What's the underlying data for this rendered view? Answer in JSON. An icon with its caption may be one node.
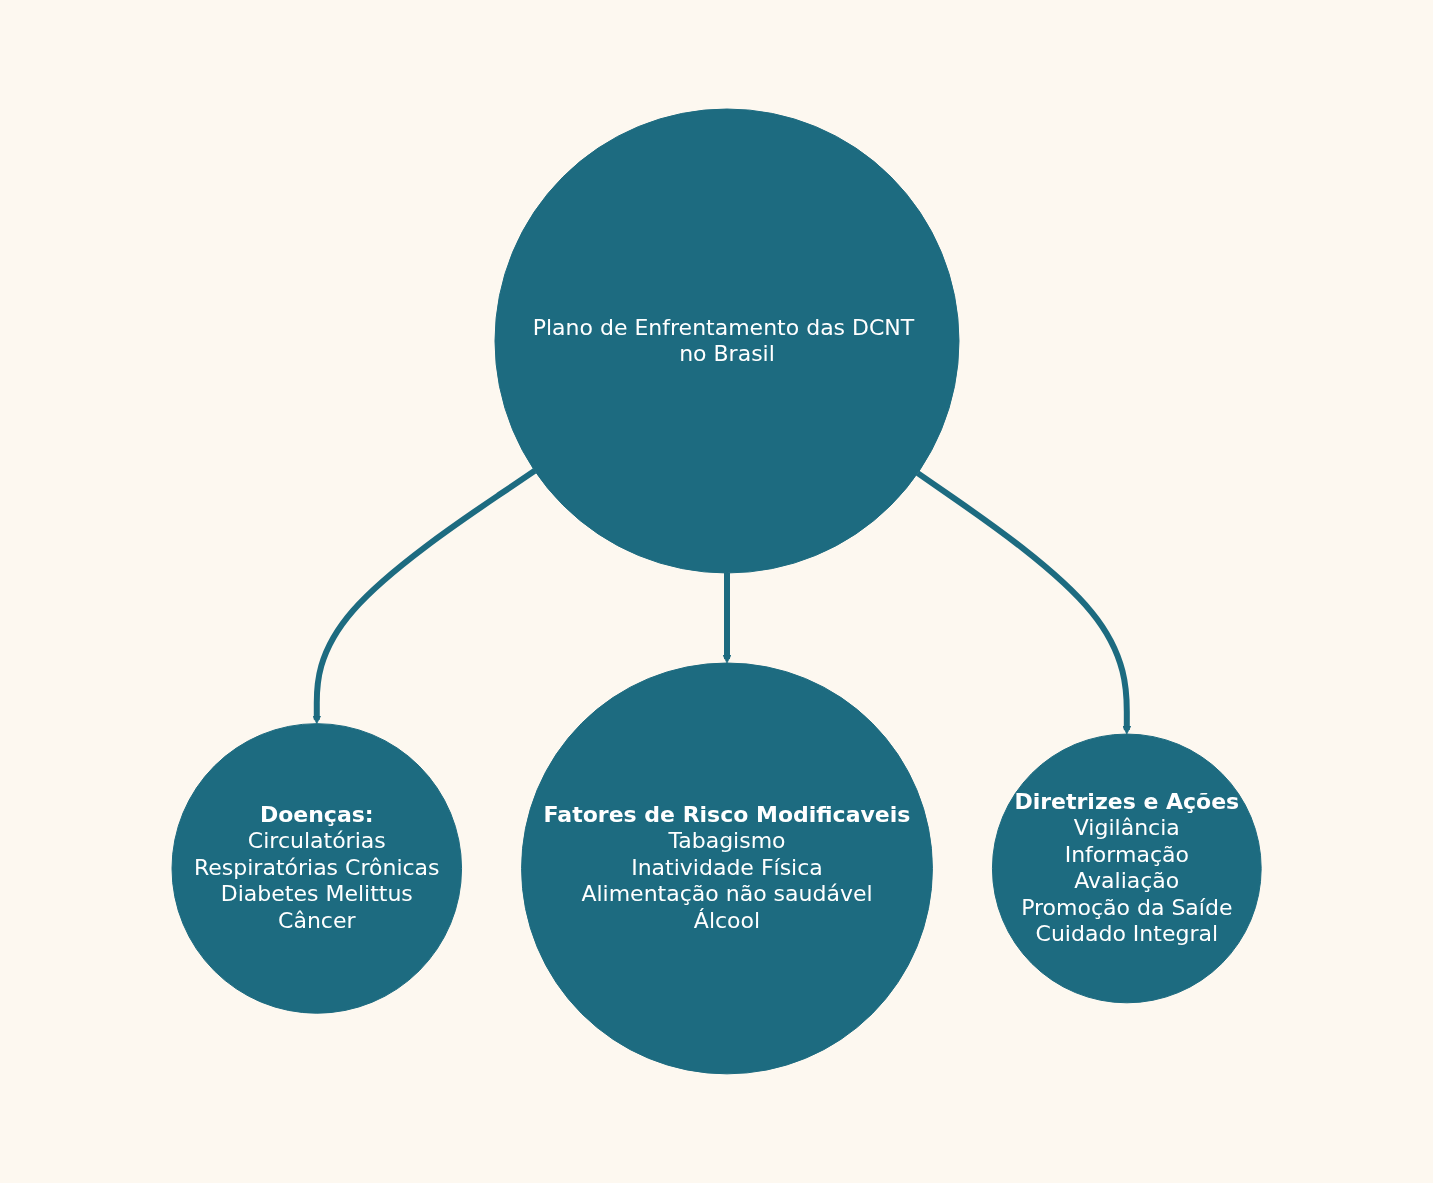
{
  "diagram": {
    "nodes": [
      {
        "text": [
          "Plano de Enfrentamento das DCNT no Brasil"
        ]
      },
      {
        "text": [
          "Doenças:",
          "Circulatórias",
          "Respiratórias Crônicas",
          "Diabetes Melittus",
          "Câncer"
        ]
      },
      {
        "text": [
          "Fatores de Risco Modificaveis",
          "Tabagismo",
          "Inatividade Física",
          "Alimentação não saudável",
          "Álcool"
        ]
      },
      {
        "text": [
          "Diretrizes e Ações",
          "Vigilância",
          "Informação",
          "Avaliação",
          "Promoção da Saíde",
          "Cuidado Integral"
        ]
      }
    ],
    "edges": [
      {
        "from": 0,
        "to": 1,
        "arrow": "to"
      },
      {
        "from": 0,
        "to": 2,
        "arrow": "to"
      },
      {
        "from": 0,
        "to": 3,
        "arrow": "to"
      }
    ]
  }
}
